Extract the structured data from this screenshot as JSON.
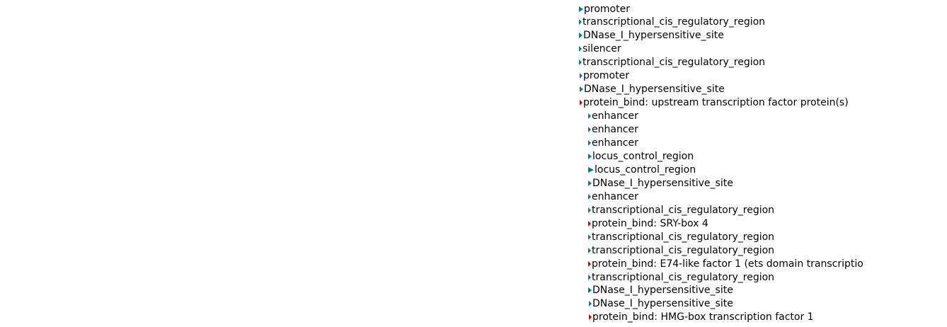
{
  "colors": {
    "regulatory": "#008080",
    "protein_bind": "#cc0000"
  },
  "features": [
    {
      "label": "promoter",
      "type": "regulatory"
    },
    {
      "label": "transcriptional_cis_regulatory_region",
      "type": "regulatory"
    },
    {
      "label": "DNase_I_hypersensitive_site",
      "type": "regulatory"
    },
    {
      "label": "silencer",
      "type": "regulatory"
    },
    {
      "label": "transcriptional_cis_regulatory_region",
      "type": "regulatory"
    },
    {
      "label": "promoter",
      "type": "regulatory"
    },
    {
      "label": "DNase_I_hypersensitive_site",
      "type": "regulatory"
    },
    {
      "label": "protein_bind: upstream transcription factor protein(s)",
      "type": "protein_bind"
    },
    {
      "label": "enhancer",
      "type": "regulatory"
    },
    {
      "label": "enhancer",
      "type": "regulatory"
    },
    {
      "label": "enhancer",
      "type": "regulatory"
    },
    {
      "label": "locus_control_region",
      "type": "regulatory"
    },
    {
      "label": "locus_control_region",
      "type": "regulatory"
    },
    {
      "label": "DNase_I_hypersensitive_site",
      "type": "regulatory"
    },
    {
      "label": "enhancer",
      "type": "regulatory"
    },
    {
      "label": "transcriptional_cis_regulatory_region",
      "type": "regulatory"
    },
    {
      "label": "protein_bind: SRY-box 4",
      "type": "protein_bind"
    },
    {
      "label": "transcriptional_cis_regulatory_region",
      "type": "regulatory"
    },
    {
      "label": "transcriptional_cis_regulatory_region",
      "type": "regulatory"
    },
    {
      "label": "protein_bind: E74-like factor 1 (ets domain transcriptio",
      "type": "protein_bind"
    },
    {
      "label": "transcriptional_cis_regulatory_region",
      "type": "regulatory"
    },
    {
      "label": "DNase_I_hypersensitive_site",
      "type": "regulatory"
    },
    {
      "label": "DNase_I_hypersensitive_site",
      "type": "regulatory"
    },
    {
      "label": "protein_bind: HMG-box transcription factor 1",
      "type": "protein_bind"
    }
  ]
}
